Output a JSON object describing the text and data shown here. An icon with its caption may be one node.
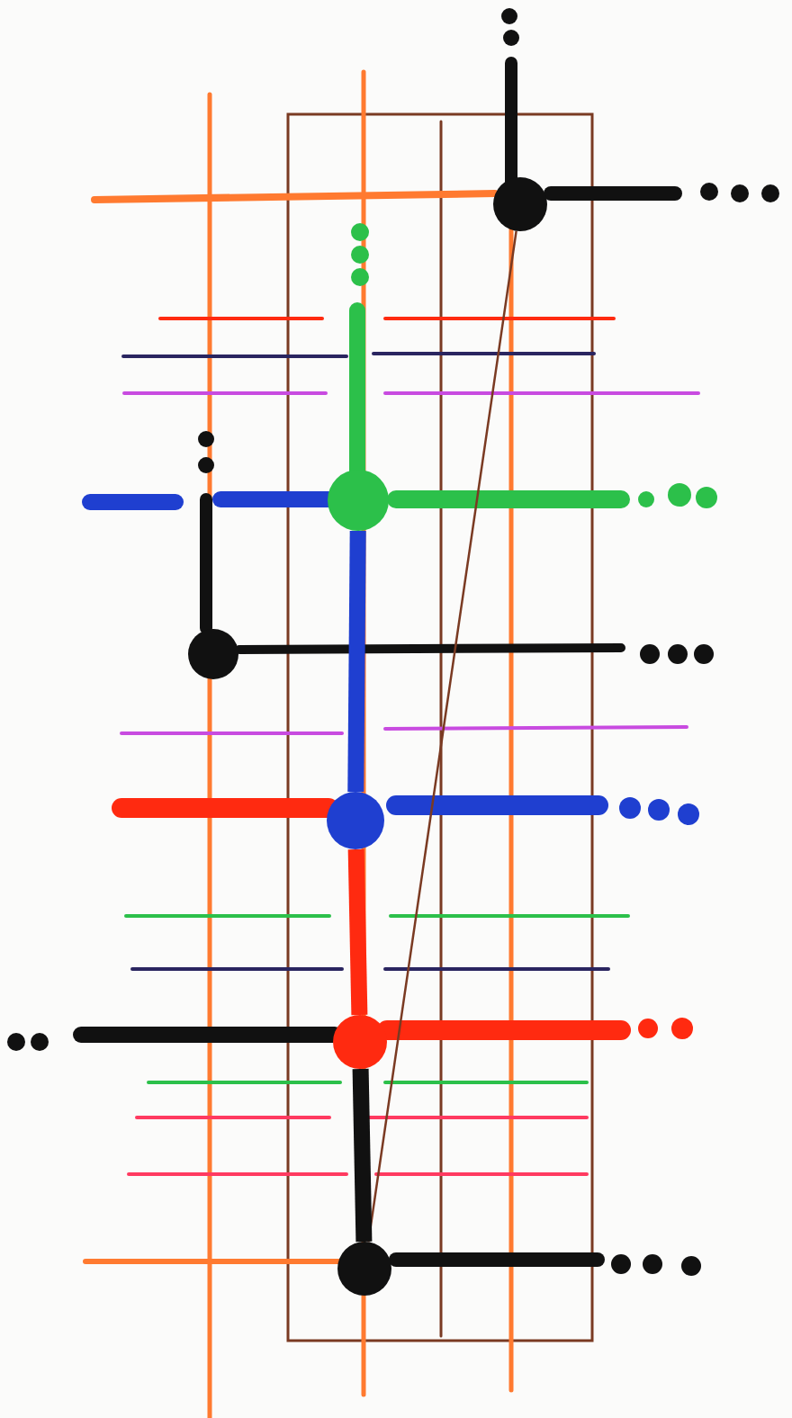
{
  "diagram": {
    "nodes": [
      {
        "text": [],
        "shape": "circle"
      },
      {
        "text": [],
        "shape": "circle"
      },
      {
        "text": [],
        "shape": "circle"
      },
      {
        "text": [],
        "shape": "circle"
      },
      {
        "text": [],
        "shape": "circle"
      },
      {
        "text": [],
        "shape": "circle"
      }
    ],
    "edges": [
      {
        "from": 0,
        "to": 5,
        "arrow": "none",
        "color": "#7a3a22"
      },
      {
        "from": 1,
        "to": 3,
        "arrow": "none",
        "color": "#1f3fd0"
      },
      {
        "from": 3,
        "to": 4,
        "arrow": "none",
        "color": "#ff2a10"
      },
      {
        "from": 4,
        "to": 5,
        "arrow": "none",
        "color": "#111111"
      }
    ]
  }
}
